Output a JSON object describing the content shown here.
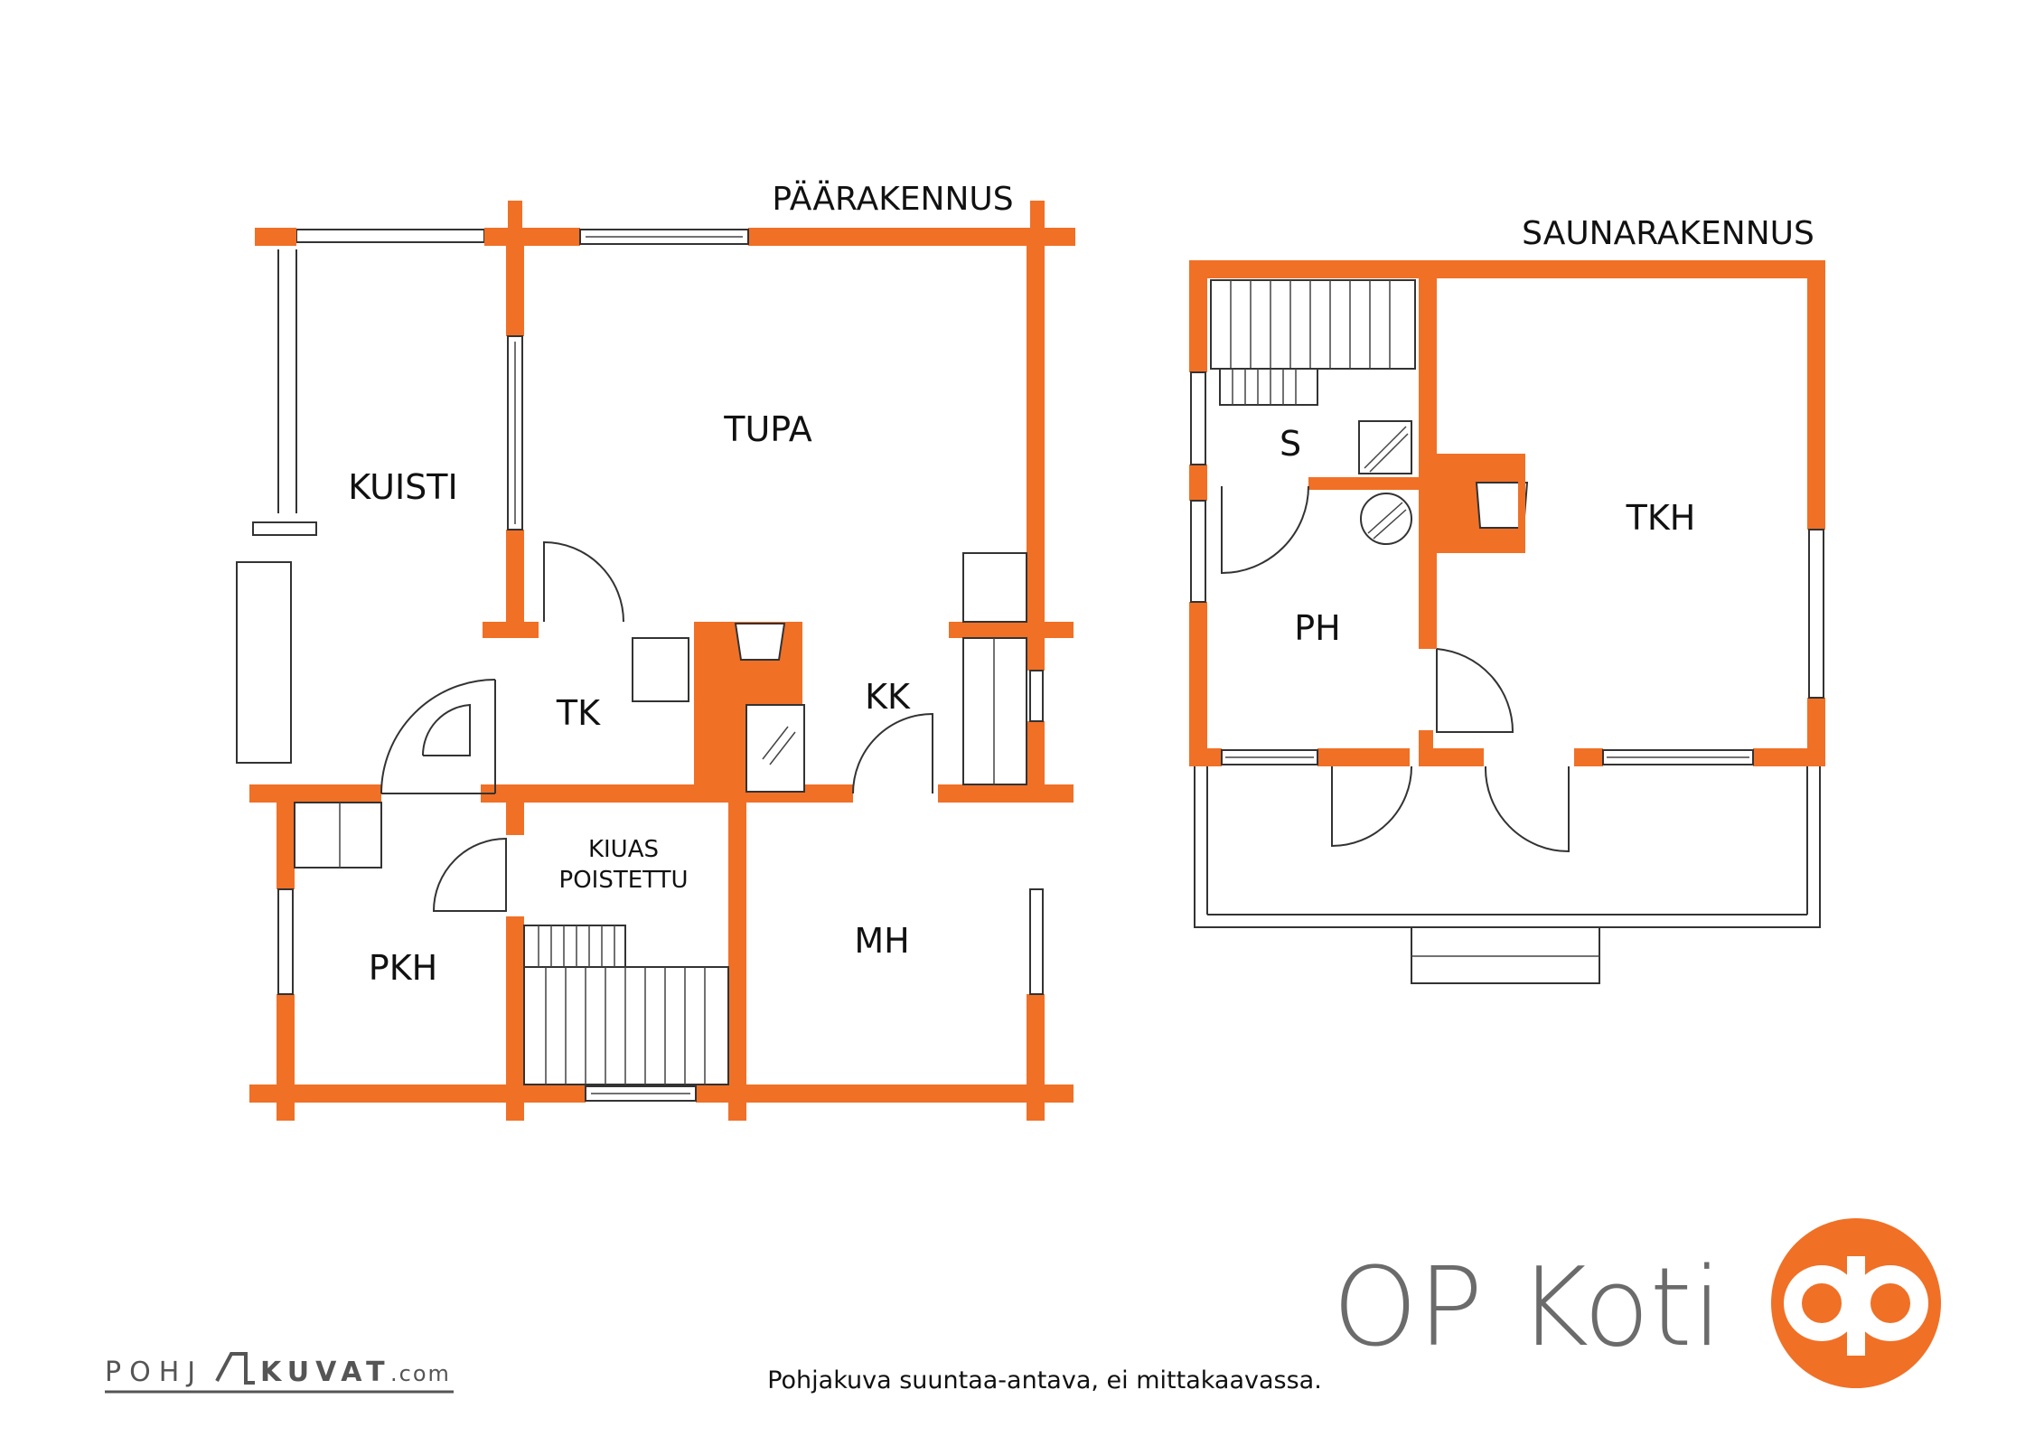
{
  "buildings": {
    "main": "PÄÄRAKENNUS",
    "sauna": "SAUNARAKENNUS"
  },
  "rooms": {
    "kuisti": "KUISTI",
    "tupa": "TUPA",
    "tk": "TK",
    "kk": "KK",
    "kiuas_line1": "KIUAS",
    "kiuas_line2": "POISTETTU",
    "pkh": "PKH",
    "mh": "MH",
    "s": "S",
    "ph": "PH",
    "tkh": "TKH"
  },
  "footer": {
    "disclaimer": "Pohjakuva suuntaa-antava, ei mittakaavassa.",
    "pohjakuvat_left": "POHJ",
    "pohjakuvat_right": "KUVAT",
    "pohjakuvat_tld": ".com",
    "brand_name": "OP Koti"
  },
  "colors": {
    "wall": "#F07026",
    "line": "#333333",
    "brand_grey": "#6b6b6b"
  }
}
